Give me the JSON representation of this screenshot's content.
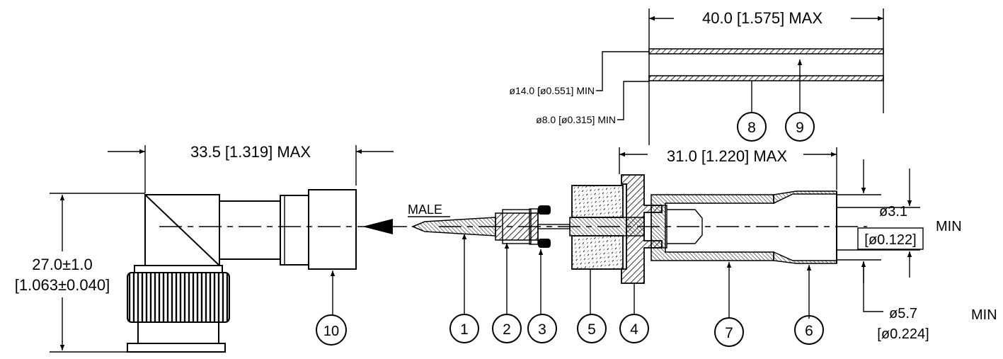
{
  "dimensions": {
    "tube_length": "40.0 [1.575] MAX",
    "tube_od": "ø14.0 [ø0.551] MIN",
    "tube_id": "ø8.0 [ø0.315] MIN",
    "plug_length": "33.5 [1.319] MAX",
    "body_length": "31.0 [1.220] MAX",
    "height_mm": "27.0±1.0",
    "height_in": "[1.063±0.040]",
    "bore_mm": "ø3.1",
    "bore_in": "[ø0.122]",
    "bore_qual": "MIN",
    "ferrule_mm": "ø5.7",
    "ferrule_in": "[ø0.224]",
    "ferrule_qual": "MIN"
  },
  "labels": {
    "male": "MALE"
  },
  "balloons": [
    "1",
    "2",
    "3",
    "5",
    "4",
    "7",
    "6",
    "8",
    "9",
    "10"
  ]
}
